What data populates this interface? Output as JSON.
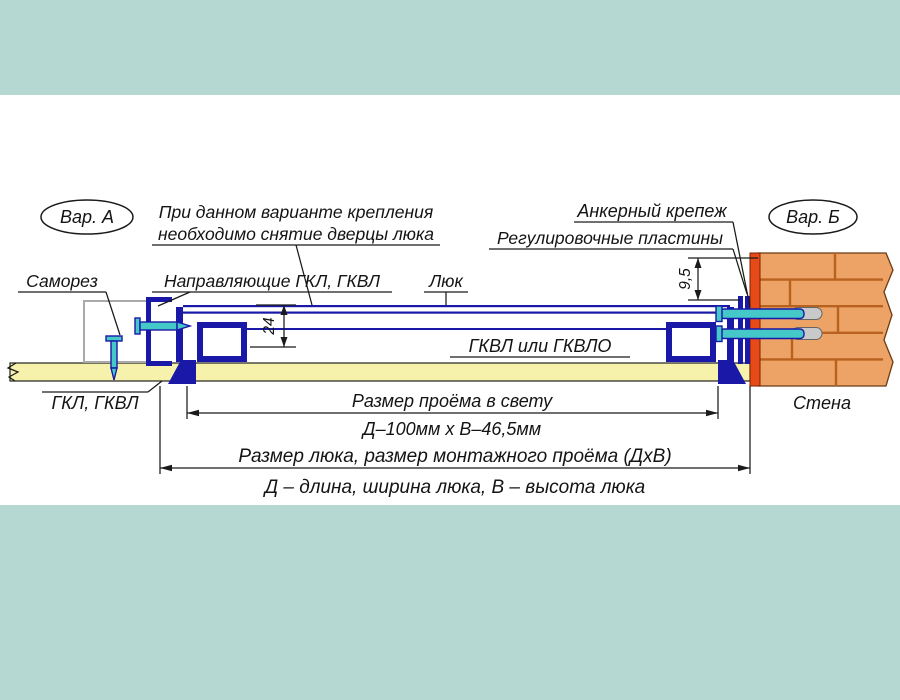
{
  "labels": {
    "var_a": "Вар. А",
    "var_b": "Вар. Б",
    "note_line1": "При данном варианте крепления",
    "note_line2": "необходимо снятие дверцы люка",
    "anchor_fastener": "Анкерный крепеж",
    "adjustment_plates": "Регулировочные пластины",
    "self_tapping_screw": "Саморез",
    "guides": "Направляющие ГКЛ, ГКВЛ",
    "hatch": "Люк",
    "sheet_center": "ГКВЛ или ГКВЛО",
    "sheet_left": "ГКЛ, ГКВЛ",
    "wall": "Стена"
  },
  "dimensions": {
    "gap_value": "9,5",
    "door_thickness": "24",
    "opening_title": "Размер проёма в свету",
    "opening_value": "Д–100мм х В–46,5мм",
    "hatch_size_title": "Размер люка, размер монтажного проёма (ДхВ)",
    "hatch_size_note": "Д – длина, ширина люка, В – высота люка"
  },
  "colors": {
    "band_teal": "#b5d9d2",
    "drywall_yellow": "#f6f2ab",
    "brick_orange": "#eca365",
    "brick_mortar": "#b9611f",
    "seal_red": "#e64a19",
    "profile_blue": "#1a18a6",
    "fastener_cyan": "#45c8c8",
    "stud_gray": "#a9a9a9"
  }
}
